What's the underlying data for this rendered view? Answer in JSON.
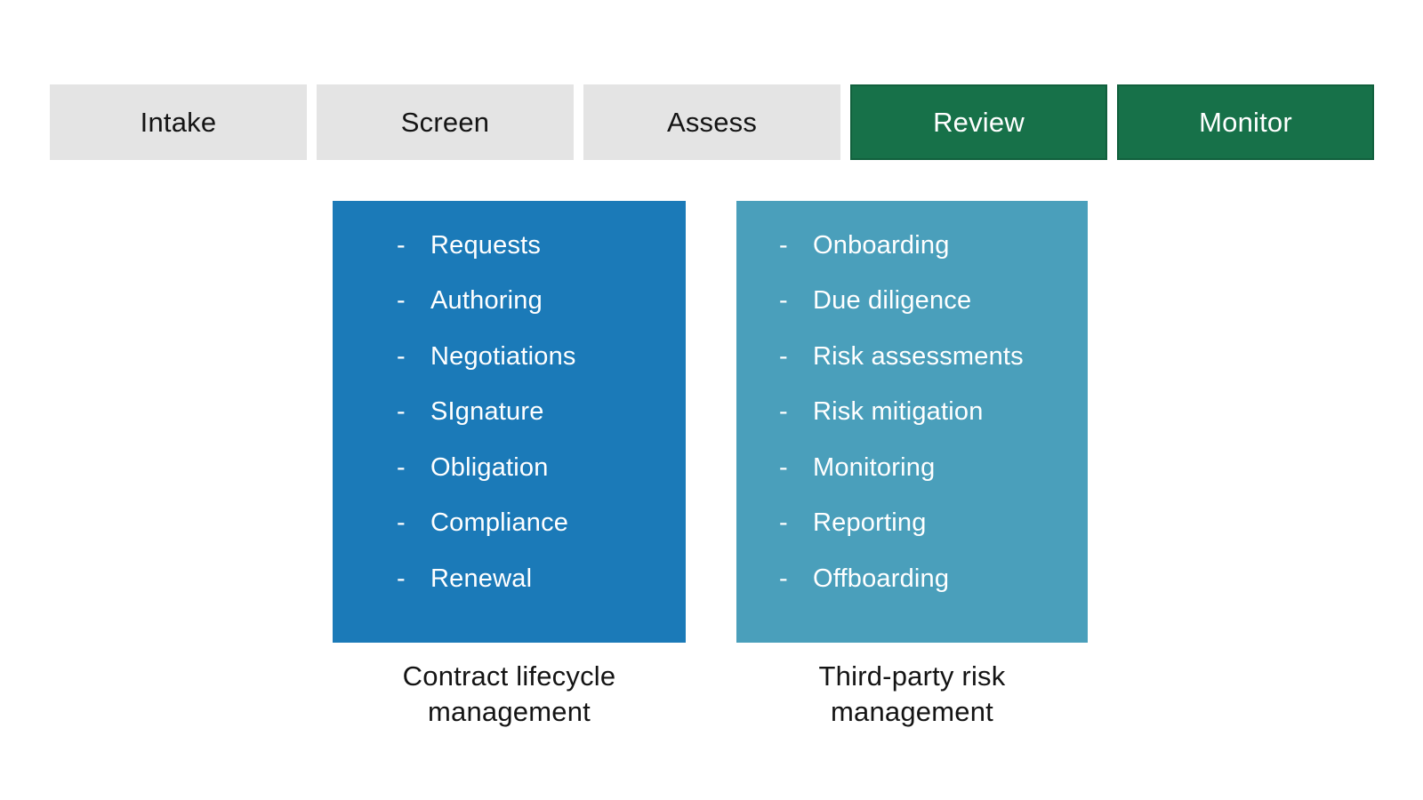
{
  "colors": {
    "stage_inactive_bg": "#e4e4e4",
    "stage_active_bg": "#177149",
    "stage_active_border": "#11603d",
    "panel1_bg": "#1b7ab8",
    "panel2_bg": "#4a9fbb",
    "text_dark": "#141414",
    "text_light": "#ffffff"
  },
  "stages": [
    {
      "label": "Intake",
      "state": "inactive"
    },
    {
      "label": "Screen",
      "state": "inactive"
    },
    {
      "label": "Assess",
      "state": "inactive"
    },
    {
      "label": "Review",
      "state": "active"
    },
    {
      "label": "Monitor",
      "state": "active"
    }
  ],
  "panels": [
    {
      "caption_line1": "Contract lifecycle",
      "caption_line2": "management",
      "items": [
        "Requests",
        "Authoring",
        "Negotiations",
        "SIgnature",
        "Obligation",
        "Compliance",
        "Renewal"
      ]
    },
    {
      "caption_line1": "Third-party risk",
      "caption_line2": "management",
      "items": [
        "Onboarding",
        "Due diligence",
        "Risk assessments",
        "Risk mitigation",
        "Monitoring",
        "Reporting",
        "Offboarding"
      ]
    }
  ]
}
